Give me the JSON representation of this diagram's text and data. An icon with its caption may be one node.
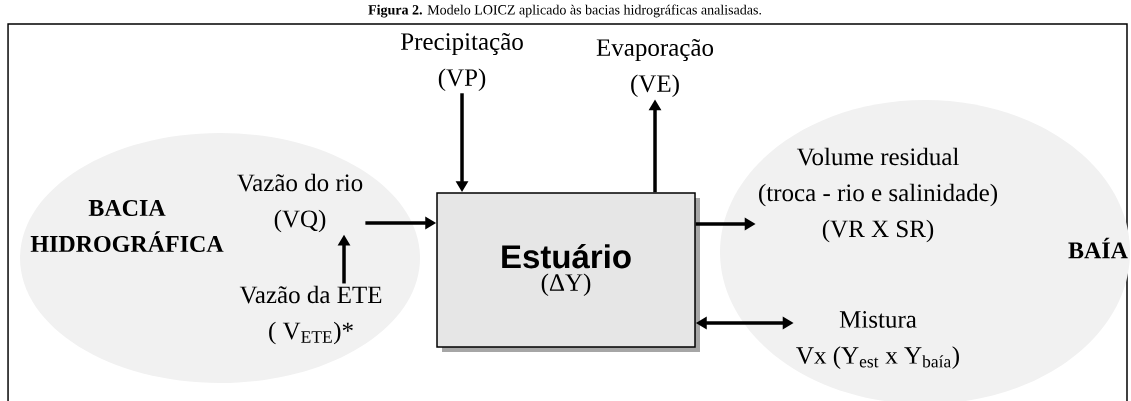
{
  "diagram": {
    "title": "**Figura 2.** Modelo LOICZ aplicado às bacias hidrográficas analisadas.",
    "nodes": [
      {
        "text": [
          "BACIA HIDROGRÁFICA"
        ]
      },
      {
        "text": [
          "Vazão do rio",
          "(VQ)"
        ],
        "in": 0
      },
      {
        "text": [
          "Vazão da ETE",
          "( V$_{ETE}$)*"
        ],
        "in": 0
      },
      {
        "text": [
          "Precipitação",
          "(VP)"
        ]
      },
      {
        "text": [
          "Evaporação",
          "(VE)"
        ]
      },
      {
        "text": [
          "Estuário",
          "(ΔY)"
        ]
      },
      {
        "text": [
          "BAÍA"
        ]
      },
      {
        "text": [
          "Volume residual",
          "(troca - rio e salinidade)",
          "(VR X SR)"
        ],
        "in": 6
      },
      {
        "text": [
          "Mistura",
          "Vx (Y$_{est}$ x Y$_{baía}$)"
        ],
        "in": 6
      }
    ],
    "edges": [
      {
        "from": 1,
        "to": 5,
        "arrow": "to"
      },
      {
        "from": 2,
        "to": 1,
        "arrow": "to"
      },
      {
        "from": 3,
        "to": 5,
        "arrow": "to"
      },
      {
        "from": 5,
        "to": 4,
        "arrow": "to"
      },
      {
        "from": 5,
        "to": 7,
        "arrow": "to"
      },
      {
        "from": 5,
        "to": 8,
        "arrow": "both"
      }
    ]
  }
}
